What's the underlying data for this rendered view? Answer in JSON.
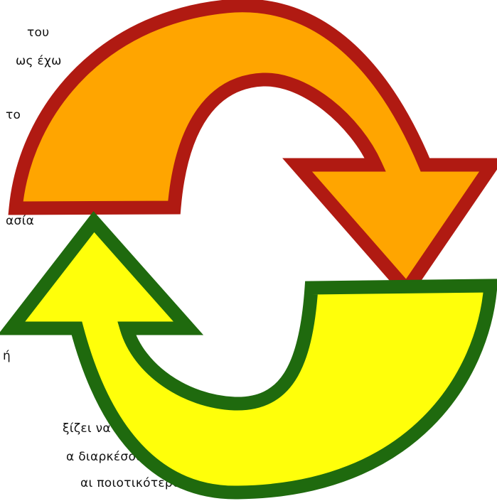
{
  "colors": {
    "background": "#ffffff",
    "top_arrow_fill": "#ffa500",
    "top_arrow_outline": "#b01a12",
    "bottom_arrow_fill": "#ffff0a",
    "bottom_arrow_outline": "#1f6a0e"
  },
  "icons": {
    "top_arrow": "curved-arrow-clockwise-icon",
    "bottom_arrow": "curved-arrow-return-icon"
  },
  "text_fragments": [
    "του",
    "ως έχω",
    "το",
    "ασία",
    "ή",
    "ξίζει να",
    "α διαρκέσουν",
    "αι ποιοτικότερο"
  ]
}
